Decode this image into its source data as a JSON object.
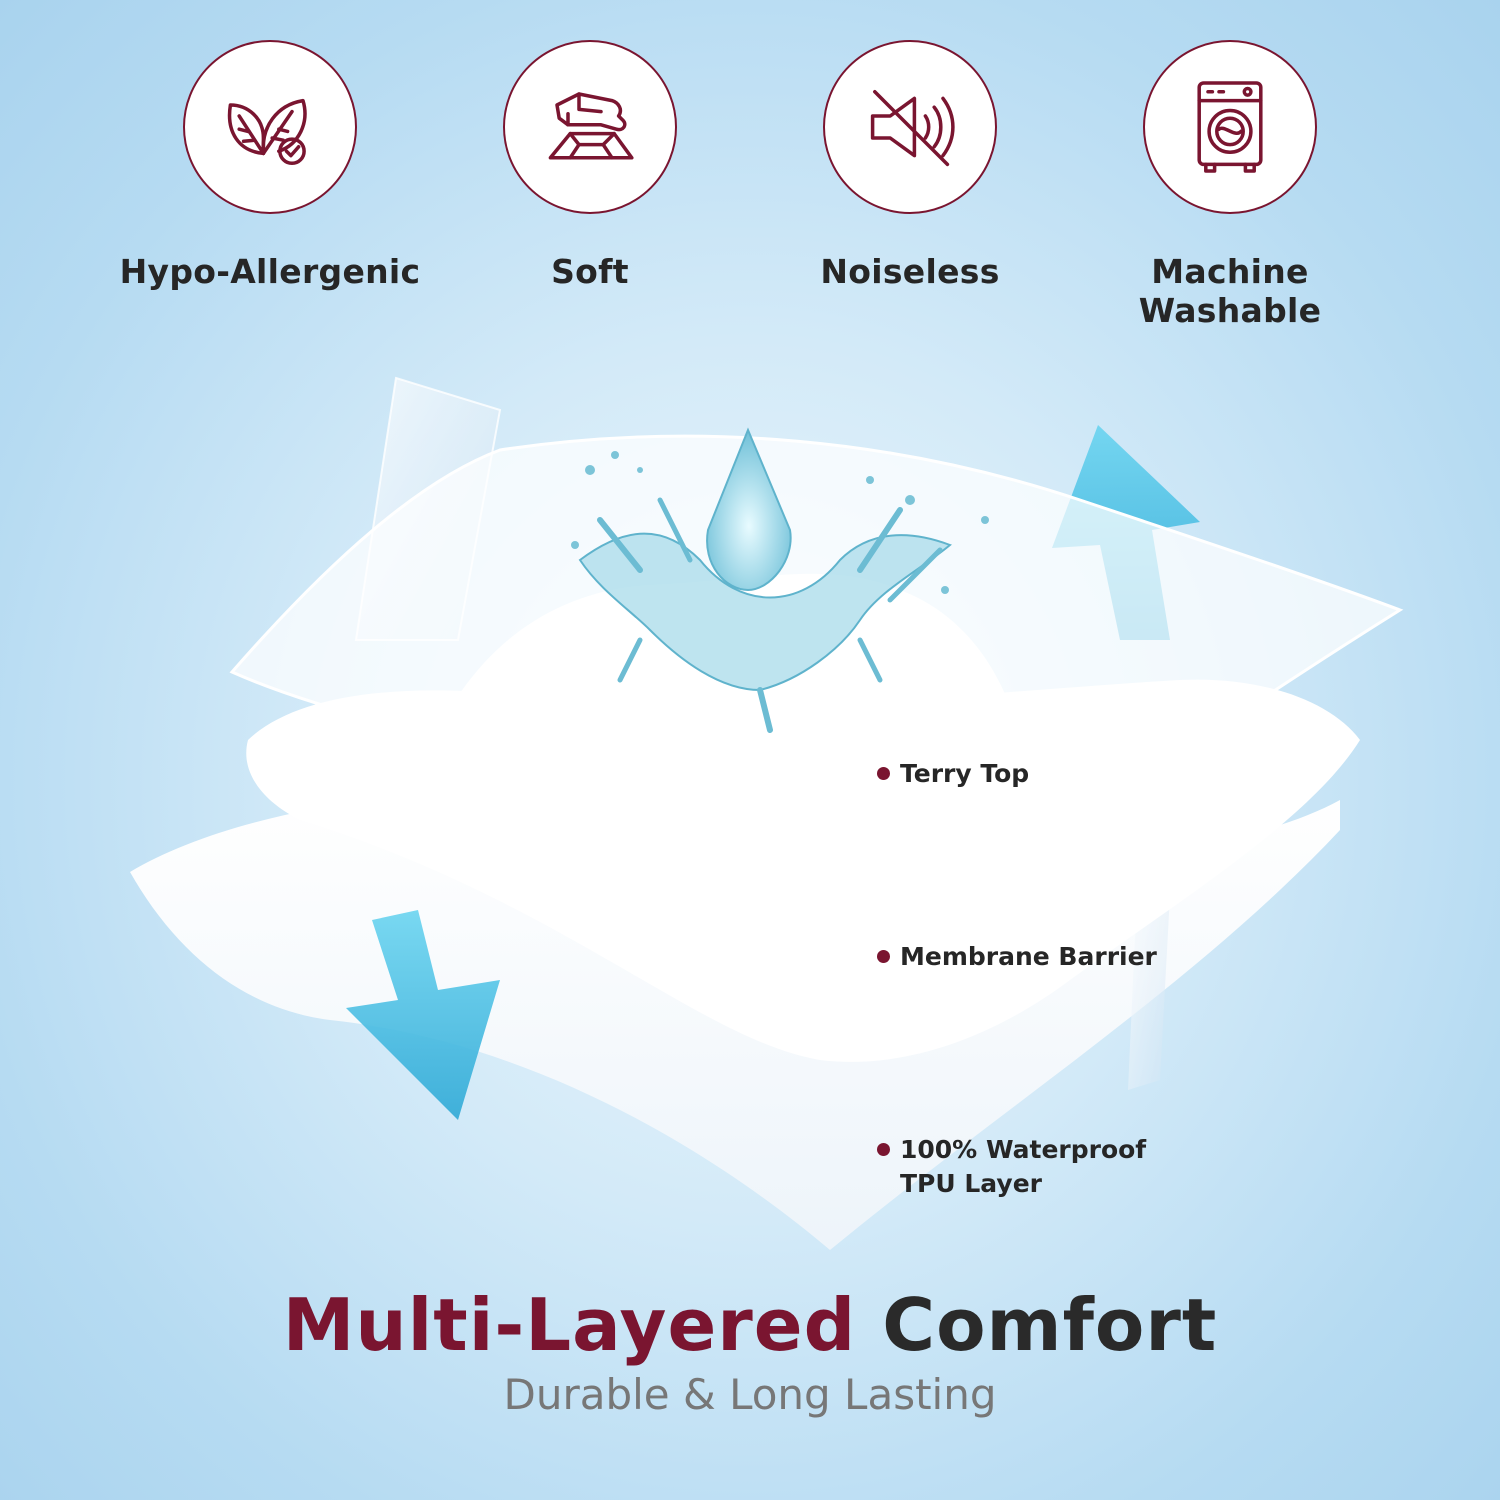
{
  "features": [
    {
      "label": "Hypo-Allergenic",
      "icon": "leaf-check-icon"
    },
    {
      "label": "Soft",
      "icon": "hand-fabric-icon"
    },
    {
      "label": "Noiseless",
      "icon": "speaker-mute-icon"
    },
    {
      "label": "Machine Washable",
      "icon": "washing-machine-icon"
    }
  ],
  "layers": [
    {
      "label": "Terry Top"
    },
    {
      "label": "Membrane Barrier"
    },
    {
      "label_line1": "100% Waterproof",
      "label_line2": "TPU Layer"
    }
  ],
  "headline": {
    "accent": "Multi-Layered",
    "rest": "Comfort"
  },
  "subheadline": "Durable & Long Lasting",
  "colors": {
    "accent": "#7a1530",
    "text": "#262626",
    "arrow": "#4cc3e6",
    "background": "#cfe8f7"
  }
}
